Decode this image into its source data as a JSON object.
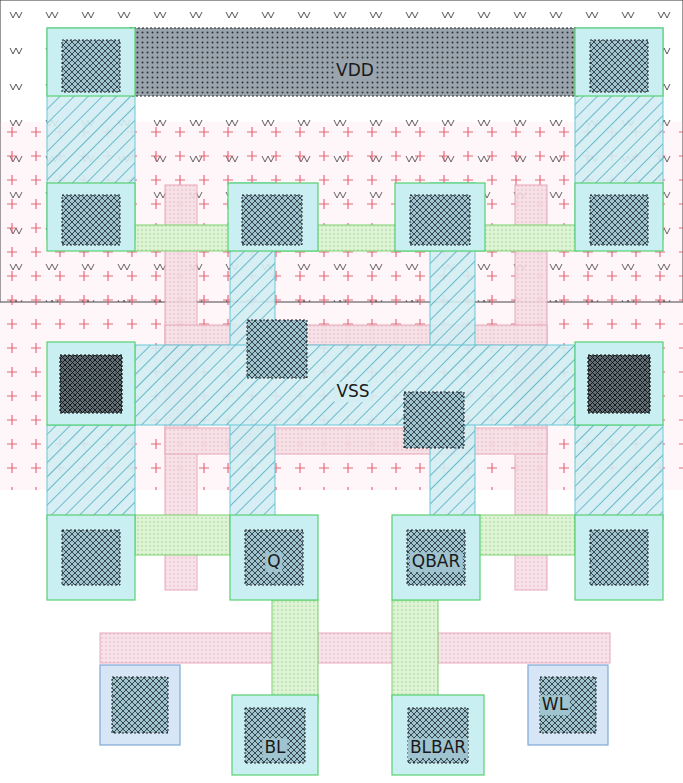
{
  "diagram": {
    "labels": [
      "VDD",
      "VSS",
      "Q",
      "QBAR",
      "BL",
      "BLBAR",
      "WL"
    ]
  }
}
